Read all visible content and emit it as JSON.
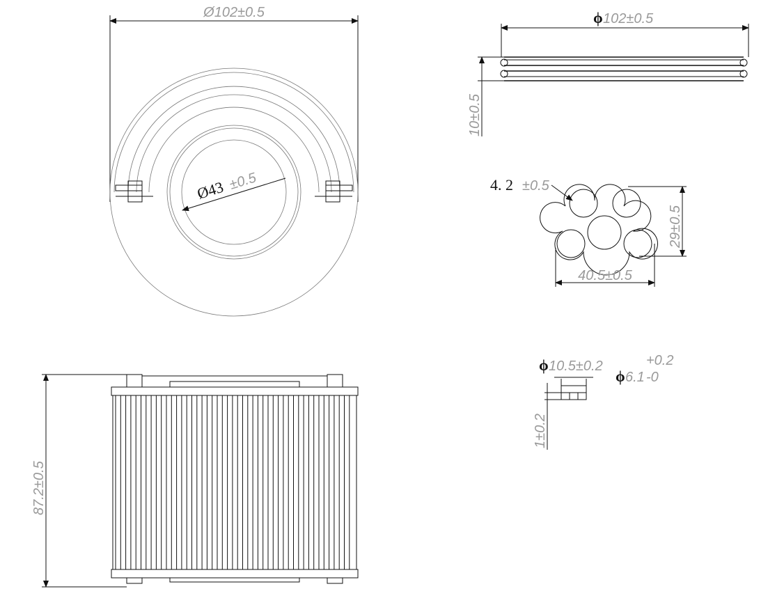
{
  "top_view": {
    "outer_diameter": "Ø102±0.5",
    "inner_diameter_main": "Ø43",
    "inner_diameter_tol": "±0.5"
  },
  "side_thin_view": {
    "diameter_symbol": "ϕ",
    "diameter_value": "102±0.5",
    "thickness": "10±0.5"
  },
  "tube_profile": {
    "hole_main": "4. 2",
    "hole_tol": "±0.5",
    "height": "29±0.5",
    "width": "40.5±0.5"
  },
  "tube_detail": {
    "outer_symbol": "ϕ",
    "outer_value": "10.5±0.2",
    "inner_symbol": "ϕ",
    "inner_value": "6.1",
    "inner_tol_upper": "+0.2",
    "inner_tol_lower": "-0",
    "wall": "1±0.2"
  },
  "front_view": {
    "height": "87.2±0.5"
  }
}
